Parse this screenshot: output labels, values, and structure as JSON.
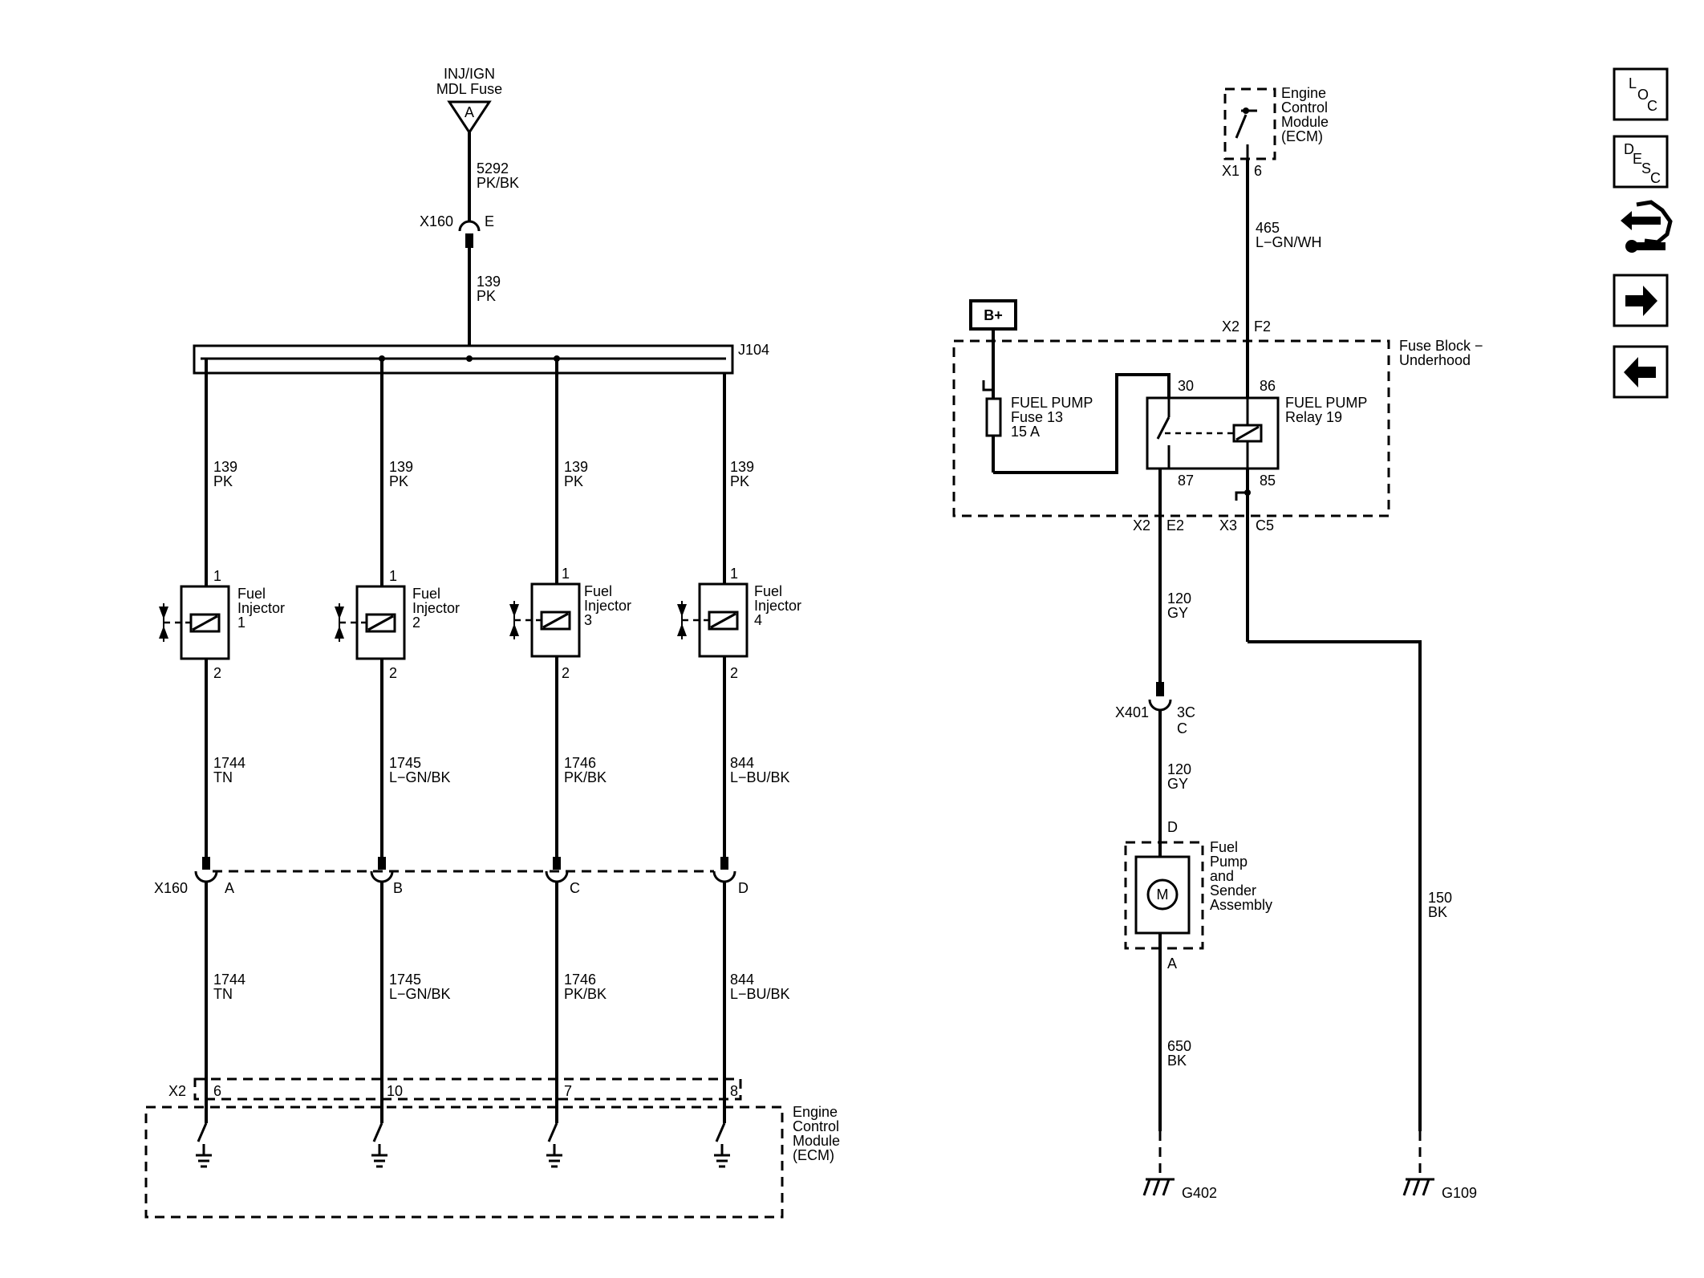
{
  "source": {
    "name_line1": "INJ/IGN",
    "name_line2": "MDL Fuse",
    "letter": "A"
  },
  "wires": {
    "w5292": {
      "num": "5292",
      "color": "PK/BK"
    },
    "w139": {
      "num": "139",
      "color": "PK"
    },
    "w1744": {
      "num": "1744",
      "color": "TN"
    },
    "w1745": {
      "num": "1745",
      "color": "L−GN/BK"
    },
    "w1746": {
      "num": "1746",
      "color": "PK/BK"
    },
    "w844": {
      "num": "844",
      "color": "L−BU/BK"
    },
    "w465": {
      "num": "465",
      "color": "L−GN/WH"
    },
    "w120": {
      "num": "120",
      "color": "GY"
    },
    "w650": {
      "num": "650",
      "color": "BK"
    },
    "w150": {
      "num": "150",
      "color": "BK"
    }
  },
  "connectors": {
    "x160": "X160",
    "x160_pin_e": "E",
    "x160_pins": [
      "A",
      "B",
      "C",
      "D"
    ],
    "x2": "X2",
    "ecm_pins": [
      "6",
      "10",
      "7",
      "8"
    ],
    "x1": "X1",
    "x1_pin": "6",
    "x2_f2": "F2",
    "x2_e2": "E2",
    "x3": "X3",
    "x3_c5": "C5",
    "x401": "X401",
    "x401_pin_3c": "3C",
    "x401_pin_c": "C",
    "pump_pin_d": "D",
    "pump_pin_a": "A"
  },
  "splice": "J104",
  "injectors": [
    {
      "l1": "Fuel",
      "l2": "Injector",
      "l3": "1"
    },
    {
      "l1": "Fuel",
      "l2": "Injector",
      "l3": "2"
    },
    {
      "l1": "Fuel",
      "l2": "Injector",
      "l3": "3"
    },
    {
      "l1": "Fuel",
      "l2": "Injector",
      "l3": "4"
    }
  ],
  "pin_labels": {
    "top": "1",
    "bottom": "2"
  },
  "ecm": {
    "l1": "Engine",
    "l2": "Control",
    "l3": "Module",
    "l4": "(ECM)"
  },
  "battery": "B+",
  "fuse_block": {
    "l1": "Fuse Block −",
    "l2": "Underhood"
  },
  "fuse": {
    "l1": "FUEL PUMP",
    "l2": "Fuse 13",
    "l3": "15 A"
  },
  "relay": {
    "l1": "FUEL PUMP",
    "l2": "Relay 19",
    "pins": [
      "30",
      "86",
      "87",
      "85"
    ]
  },
  "pump": {
    "l1": "Fuel",
    "l2": "Pump",
    "l3": "and",
    "l4": "Sender",
    "l5": "Assembly",
    "motor": "M"
  },
  "grounds": {
    "g402": "G402",
    "g109": "G109"
  },
  "nav": {
    "loc": {
      "a": "L",
      "b": "O",
      "c": "C"
    },
    "desc": {
      "a": "D",
      "b": "E",
      "c": "S",
      "d": "C"
    },
    "icons": [
      "loc-icon",
      "desc-icon",
      "connector-wrench-icon",
      "arrow-right-icon",
      "arrow-left-icon"
    ]
  }
}
